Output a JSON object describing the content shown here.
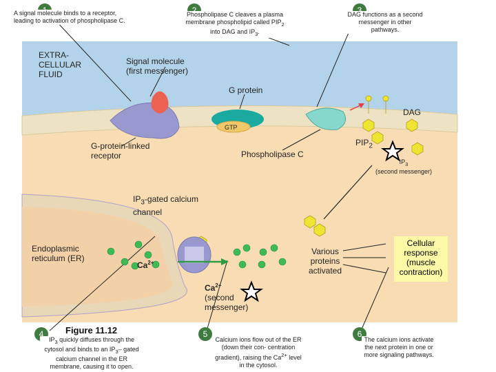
{
  "steps": {
    "s1": {
      "num": "1",
      "text": "A signal molecule binds to a receptor, leading to activation of phospholipase C."
    },
    "s2": {
      "num": "2",
      "text_a": "Phospholipase C cleaves a plasma membrane phospholipid called PIP",
      "sub": "2",
      "text_b": " into DAG and IP",
      "sub2": "3",
      "text_c": "."
    },
    "s3": {
      "num": "3",
      "text": "DAG functions as a second messenger in other pathways."
    },
    "s4": {
      "num": "4",
      "text_a": "IP",
      "sub": "3",
      "text_b": " quickly diffuses through the cytosol and binds to an IP",
      "sub2": "3",
      "text_c": "– gated calcium channel in the ER membrane, causing it to open."
    },
    "s5": {
      "num": "5",
      "text_a": "Calcium ions flow out of the ER (down their con- centration gradient), raising the Ca",
      "sup": "2+",
      "text_b": " level in the cytosol."
    },
    "s6": {
      "num": "6",
      "text": "The calcium ions activate the next protein in one or more signaling pathways."
    }
  },
  "labels": {
    "extracellular": "EXTRA- CELLULAR FLUID",
    "signal_molecule": "Signal molecule (first messenger)",
    "g_protein": "G protein",
    "dag": "DAG",
    "gtp": "GTP",
    "receptor": "G-protein-linked receptor",
    "phospholipase": "Phospholipase C",
    "pip": "PIP",
    "pip_sub": "2",
    "ip3": "IP",
    "ip3_sub": "3",
    "ip3_note": "(second messenger)",
    "channel_a": "IP",
    "channel_sub": "3",
    "channel_b": "-gated calcium channel",
    "er": "Endoplasmic reticulum (ER)",
    "ca": "Ca",
    "ca_sup": "2+",
    "ca2": "Ca",
    "ca2_sup": "2+",
    "ca2_note": "(second messenger)",
    "proteins": "Various proteins activated",
    "response": "Cellular response (muscle contraction)",
    "figure": "Figure 11.12"
  },
  "colors": {
    "extracellular": "#b3d3ea",
    "cytosol": "#f8ddb4",
    "membrane": "#ede3c4",
    "receptor": "#9a99cf",
    "g_protein": "#1aaaa0",
    "ca_ion": "#3fbb55",
    "ip3": "#f0e432",
    "step_badge": "#3f7b3f",
    "response_box": "#fbf9a6"
  }
}
